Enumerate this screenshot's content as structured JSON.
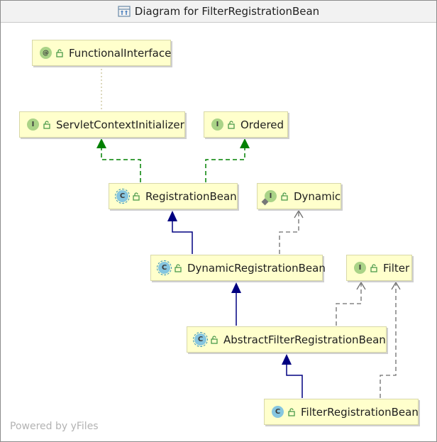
{
  "window": {
    "title": "Diagram for FilterRegistrationBean"
  },
  "nodes": {
    "functional_interface": {
      "kind": "@",
      "name": "FunctionalInterface"
    },
    "servlet_context_initializer": {
      "kind": "I",
      "name": "ServletContextInitializer"
    },
    "ordered": {
      "kind": "I",
      "name": "Ordered"
    },
    "registration_bean": {
      "kind": "C",
      "name": "RegistrationBean"
    },
    "dynamic": {
      "kind": "I",
      "name": "Dynamic"
    },
    "dynamic_registration_bean": {
      "kind": "C",
      "name": "DynamicRegistrationBean"
    },
    "filter": {
      "kind": "I",
      "name": "Filter"
    },
    "abstract_filter_registration_bean": {
      "kind": "C",
      "name": "AbstractFilterRegistrationBean"
    },
    "filter_registration_bean": {
      "kind": "C",
      "name": "FilterRegistrationBean"
    }
  },
  "footer": {
    "powered_by": "Powered by yFiles"
  },
  "colors": {
    "node_fill": "#ffffcc",
    "interface_arrow": "#008000",
    "extends_arrow": "#000080",
    "implements_dashed": "#6e6e6e",
    "annotation_dotted": "#b9b07a"
  }
}
